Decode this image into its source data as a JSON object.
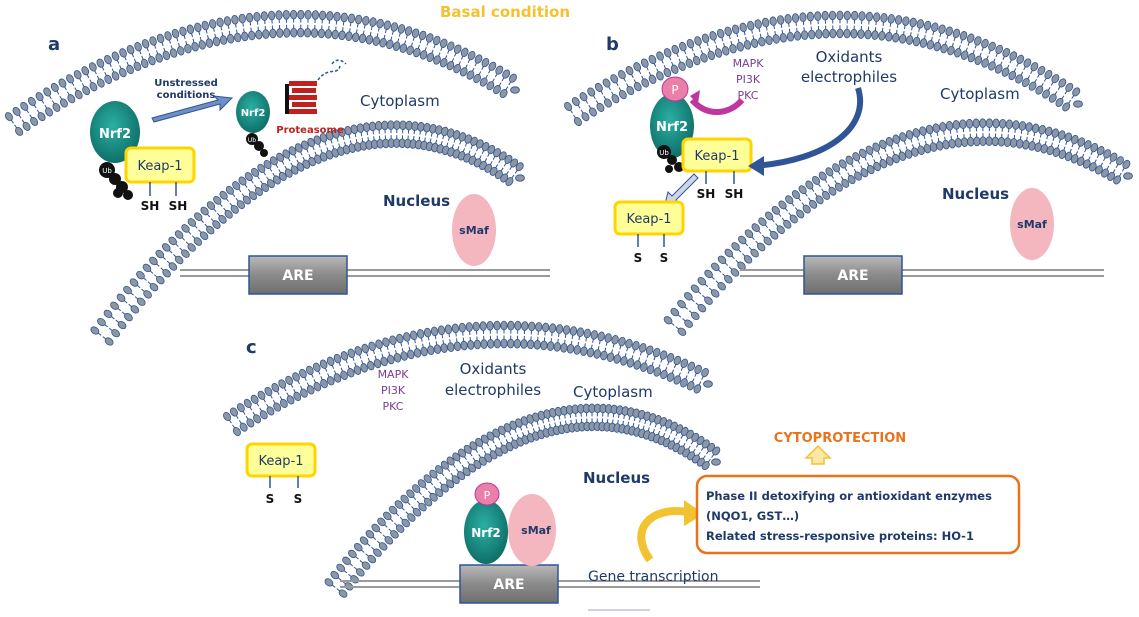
{
  "title": "Basal condition",
  "panel_labels": {
    "a": "a",
    "b": "b",
    "c": "c"
  },
  "panel_a": {
    "cytoplasm": "Cytoplasm",
    "nucleus": "Nucleus",
    "unstressed_line1": "Unstressed",
    "unstressed_line2": "conditions",
    "nrf2_main": "Nrf2",
    "nrf2_small": "Nrf2",
    "proteasome": "Proteasome",
    "ub": "Ub",
    "ub_small": "Ub",
    "keap1": "Keap-1",
    "sh1": "SH",
    "sh2": "SH",
    "smaf": "sMaf",
    "are": "ARE"
  },
  "panel_b": {
    "cytoplasm": "Cytoplasm",
    "nucleus": "Nucleus",
    "p": "P",
    "mapk": "MAPK",
    "pi3k": "PI3K",
    "pkc": "PKC",
    "oxidants": "Oxidants",
    "electrophiles": "electrophiles",
    "nrf2": "Nrf2",
    "ub": "Ub",
    "keap1_sh": "Keap-1",
    "sh1": "SH",
    "sh2": "SH",
    "keap1_s": "Keap-1",
    "s1": "S",
    "s2": "S",
    "smaf": "sMaf",
    "are": "ARE"
  },
  "panel_c": {
    "mapk": "MAPK",
    "pi3k": "PI3K",
    "pkc": "PKC",
    "oxidants": "Oxidants",
    "electrophiles": "electrophiles",
    "cytoplasm": "Cytoplasm",
    "nucleus": "Nucleus",
    "keap1": "Keap-1",
    "s1": "S",
    "s2": "S",
    "p": "P",
    "nrf2": "Nrf2",
    "smaf": "sMaf",
    "are": "ARE",
    "gene_transcription": "Gene  transcription",
    "cytoprotection": "CYTOPROTECTION",
    "box_line1": "Phase II detoxifying or antioxidant enzymes",
    "box_line2": "(NQO1, GST…)",
    "box_line3": "Related stress-responsive proteins: HO-1"
  },
  "colors": {
    "membrane": "#8d96a3",
    "membrane_stroke": "#2f5597",
    "nrf2": "#1a8f86",
    "keap_fill": "#ffff99",
    "keap_stroke": "#ffd400",
    "smaf": "#f4b6bf",
    "p": "#ea7fa8",
    "are": "#8e8e8e",
    "text_navy": "#1f3a68",
    "kinase": "#7a3e8f",
    "cytoprotection": "#e8731a",
    "title": "#f2c230"
  }
}
